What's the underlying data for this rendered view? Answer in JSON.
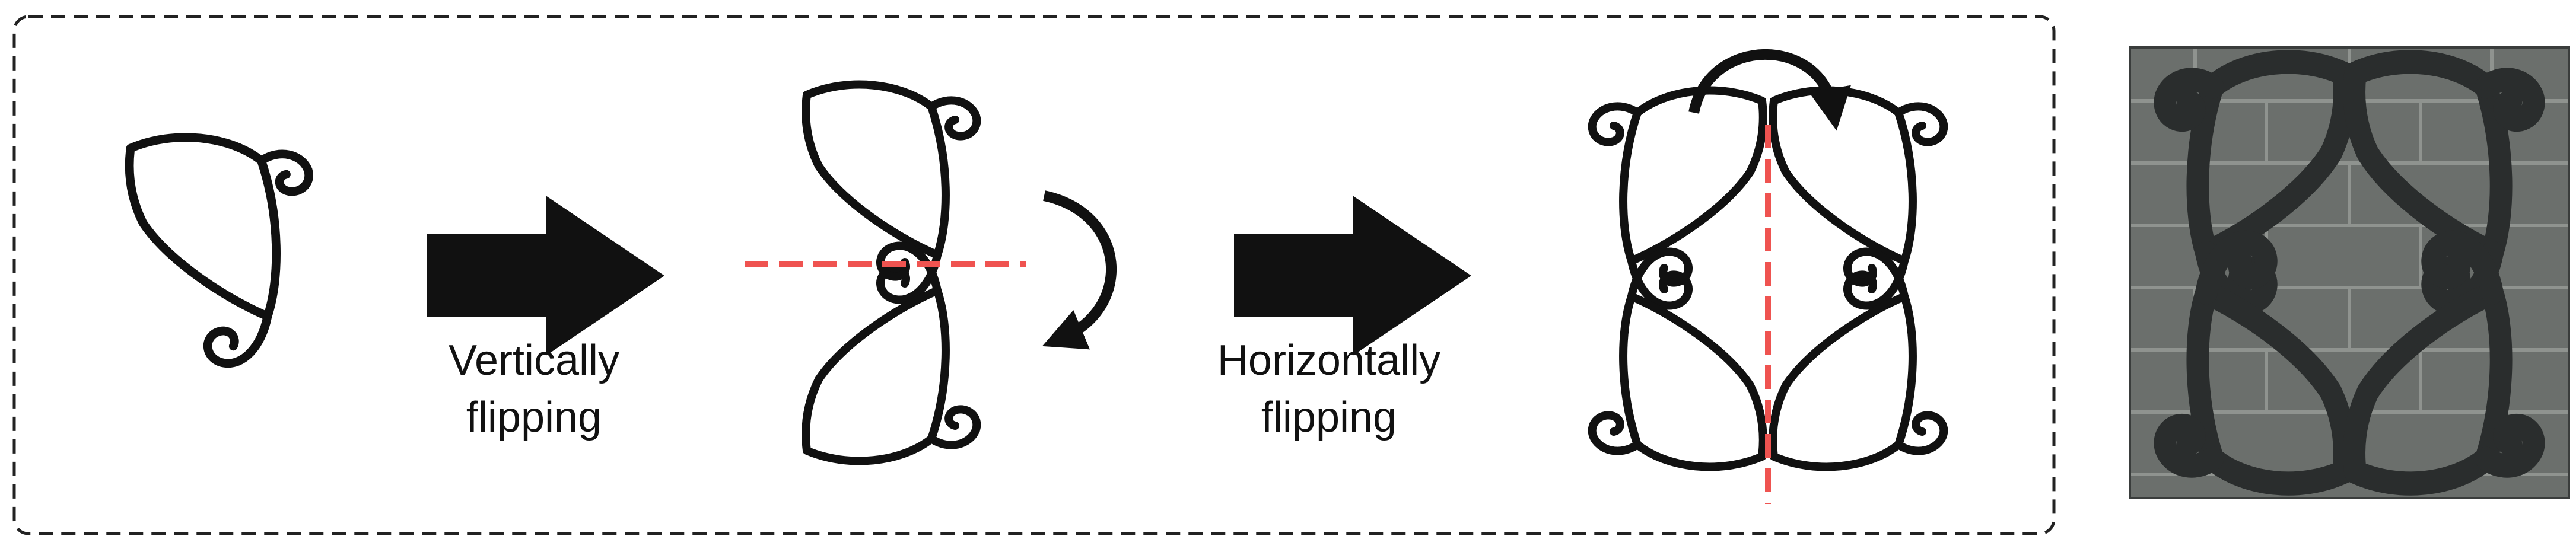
{
  "steps": {
    "vertical": {
      "line1": "Vertically",
      "line2": "flipping"
    },
    "horizontal": {
      "line1": "Horizontally",
      "line2": "flipping"
    }
  },
  "colors": {
    "stroke": "#111111",
    "axis_line": "#ef5350",
    "border": "#222222",
    "photo_background": "#6b6f6c",
    "photo_brick_lines": "#8f938f",
    "photo_ornament": "#2a2d2d"
  },
  "icons": {
    "step_arrow": "arrow-right-icon",
    "flip_motion": "curved-arrow-icon"
  }
}
